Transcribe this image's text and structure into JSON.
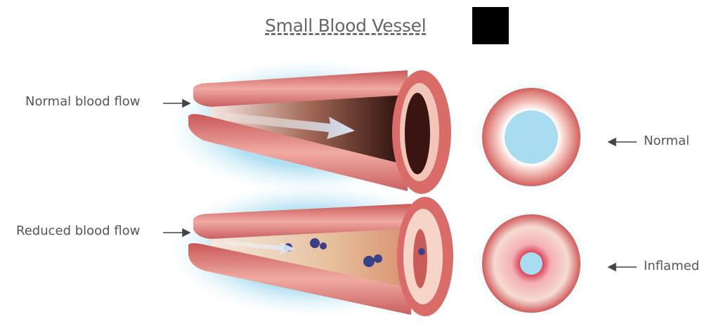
{
  "title": "Small Blood Vessel",
  "labels": {
    "normal_blood_flow": "Normal blood flow",
    "reduced_blood_flow": "Reduced blood flow",
    "normal": "Normal",
    "inflamed": "Inflamed"
  },
  "colors": {
    "vessel_wall": "#d9706f",
    "vessel_highlight": "#f2b4ad",
    "halo": "#a8dcf0",
    "lumen_dark": "#3a1410",
    "inflamed_core": "#d8324a",
    "plaque": "#3a3f8a"
  }
}
